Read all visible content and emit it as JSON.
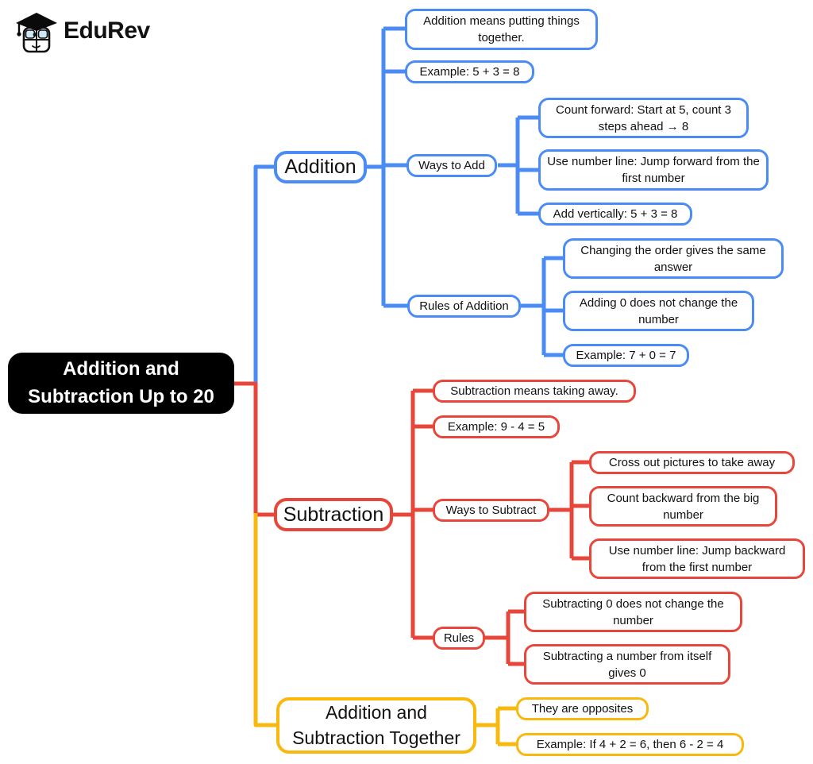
{
  "logo": {
    "brand": "EduRev",
    "icon": "edurev-mascot-icon"
  },
  "colors": {
    "addition_branch": "#4a8bf4",
    "subtraction_branch": "#e8463a",
    "together_branch": "#f9b80e",
    "root_background": "#000000",
    "root_text": "#ffffff"
  },
  "mindmap": {
    "root": "Addition and Subtraction Up to 20",
    "branches": [
      {
        "label": "Addition",
        "color": "#4a8bf4",
        "children": [
          {
            "label": "Addition means putting things together."
          },
          {
            "label": "Example: 5 + 3 = 8"
          },
          {
            "label": "Ways to Add",
            "children": [
              {
                "label": "Count forward: Start at 5, count 3 steps ahead → 8"
              },
              {
                "label": "Use number line: Jump forward from the first number"
              },
              {
                "label": "Add vertically: 5 + 3 = 8"
              }
            ]
          },
          {
            "label": "Rules of Addition",
            "children": [
              {
                "label": "Changing the order gives the same answer"
              },
              {
                "label": "Adding 0 does not change the number"
              },
              {
                "label": "Example: 7 + 0 = 7"
              }
            ]
          }
        ]
      },
      {
        "label": "Subtraction",
        "color": "#e8463a",
        "children": [
          {
            "label": "Subtraction means taking away."
          },
          {
            "label": "Example: 9 - 4 = 5"
          },
          {
            "label": "Ways to Subtract",
            "children": [
              {
                "label": "Cross out pictures to take away"
              },
              {
                "label": "Count backward from the big number"
              },
              {
                "label": "Use number line: Jump backward from the first number"
              }
            ]
          },
          {
            "label": "Rules",
            "children": [
              {
                "label": "Subtracting 0 does not change the number"
              },
              {
                "label": "Subtracting a number from itself gives 0"
              }
            ]
          }
        ]
      },
      {
        "label": "Addition and Subtraction Together",
        "color": "#f9b80e",
        "children": [
          {
            "label": "They are opposites"
          },
          {
            "label": "Example: If 4 + 2 = 6, then 6 - 2 = 4"
          }
        ]
      }
    ]
  }
}
